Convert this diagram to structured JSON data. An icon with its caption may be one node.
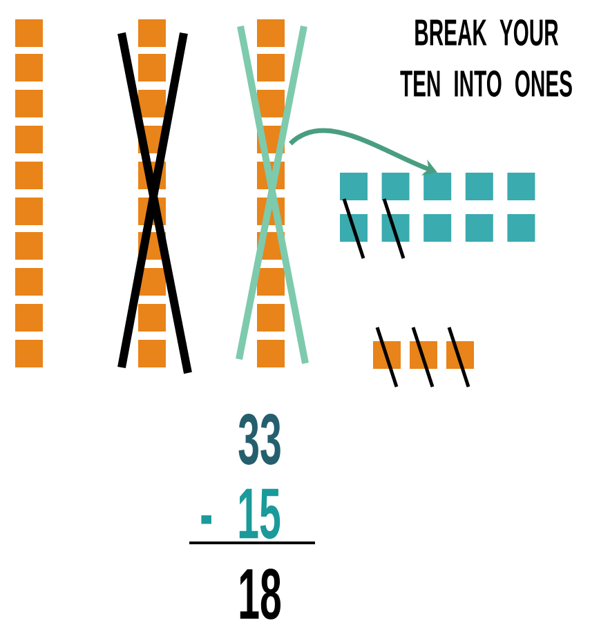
{
  "diagram": {
    "nodes": [
      {
        "text": [],
        "shape": "bar"
      },
      {
        "text": [],
        "shape": "bar"
      },
      {
        "text": [],
        "shape": "bar"
      },
      {
        "text": [],
        "shape": "box"
      },
      {
        "text": [],
        "shape": "box"
      },
      {
        "text": [],
        "shape": "box"
      },
      {
        "text": [],
        "shape": "box"
      }
    ],
    "edges": [
      {
        "from": 2,
        "to": 3,
        "arrow": "to"
      }
    ],
    "labels": [
      "BREAK YOUR TEN INTO ONES",
      "33",
      "- 15",
      "18"
    ]
  }
}
